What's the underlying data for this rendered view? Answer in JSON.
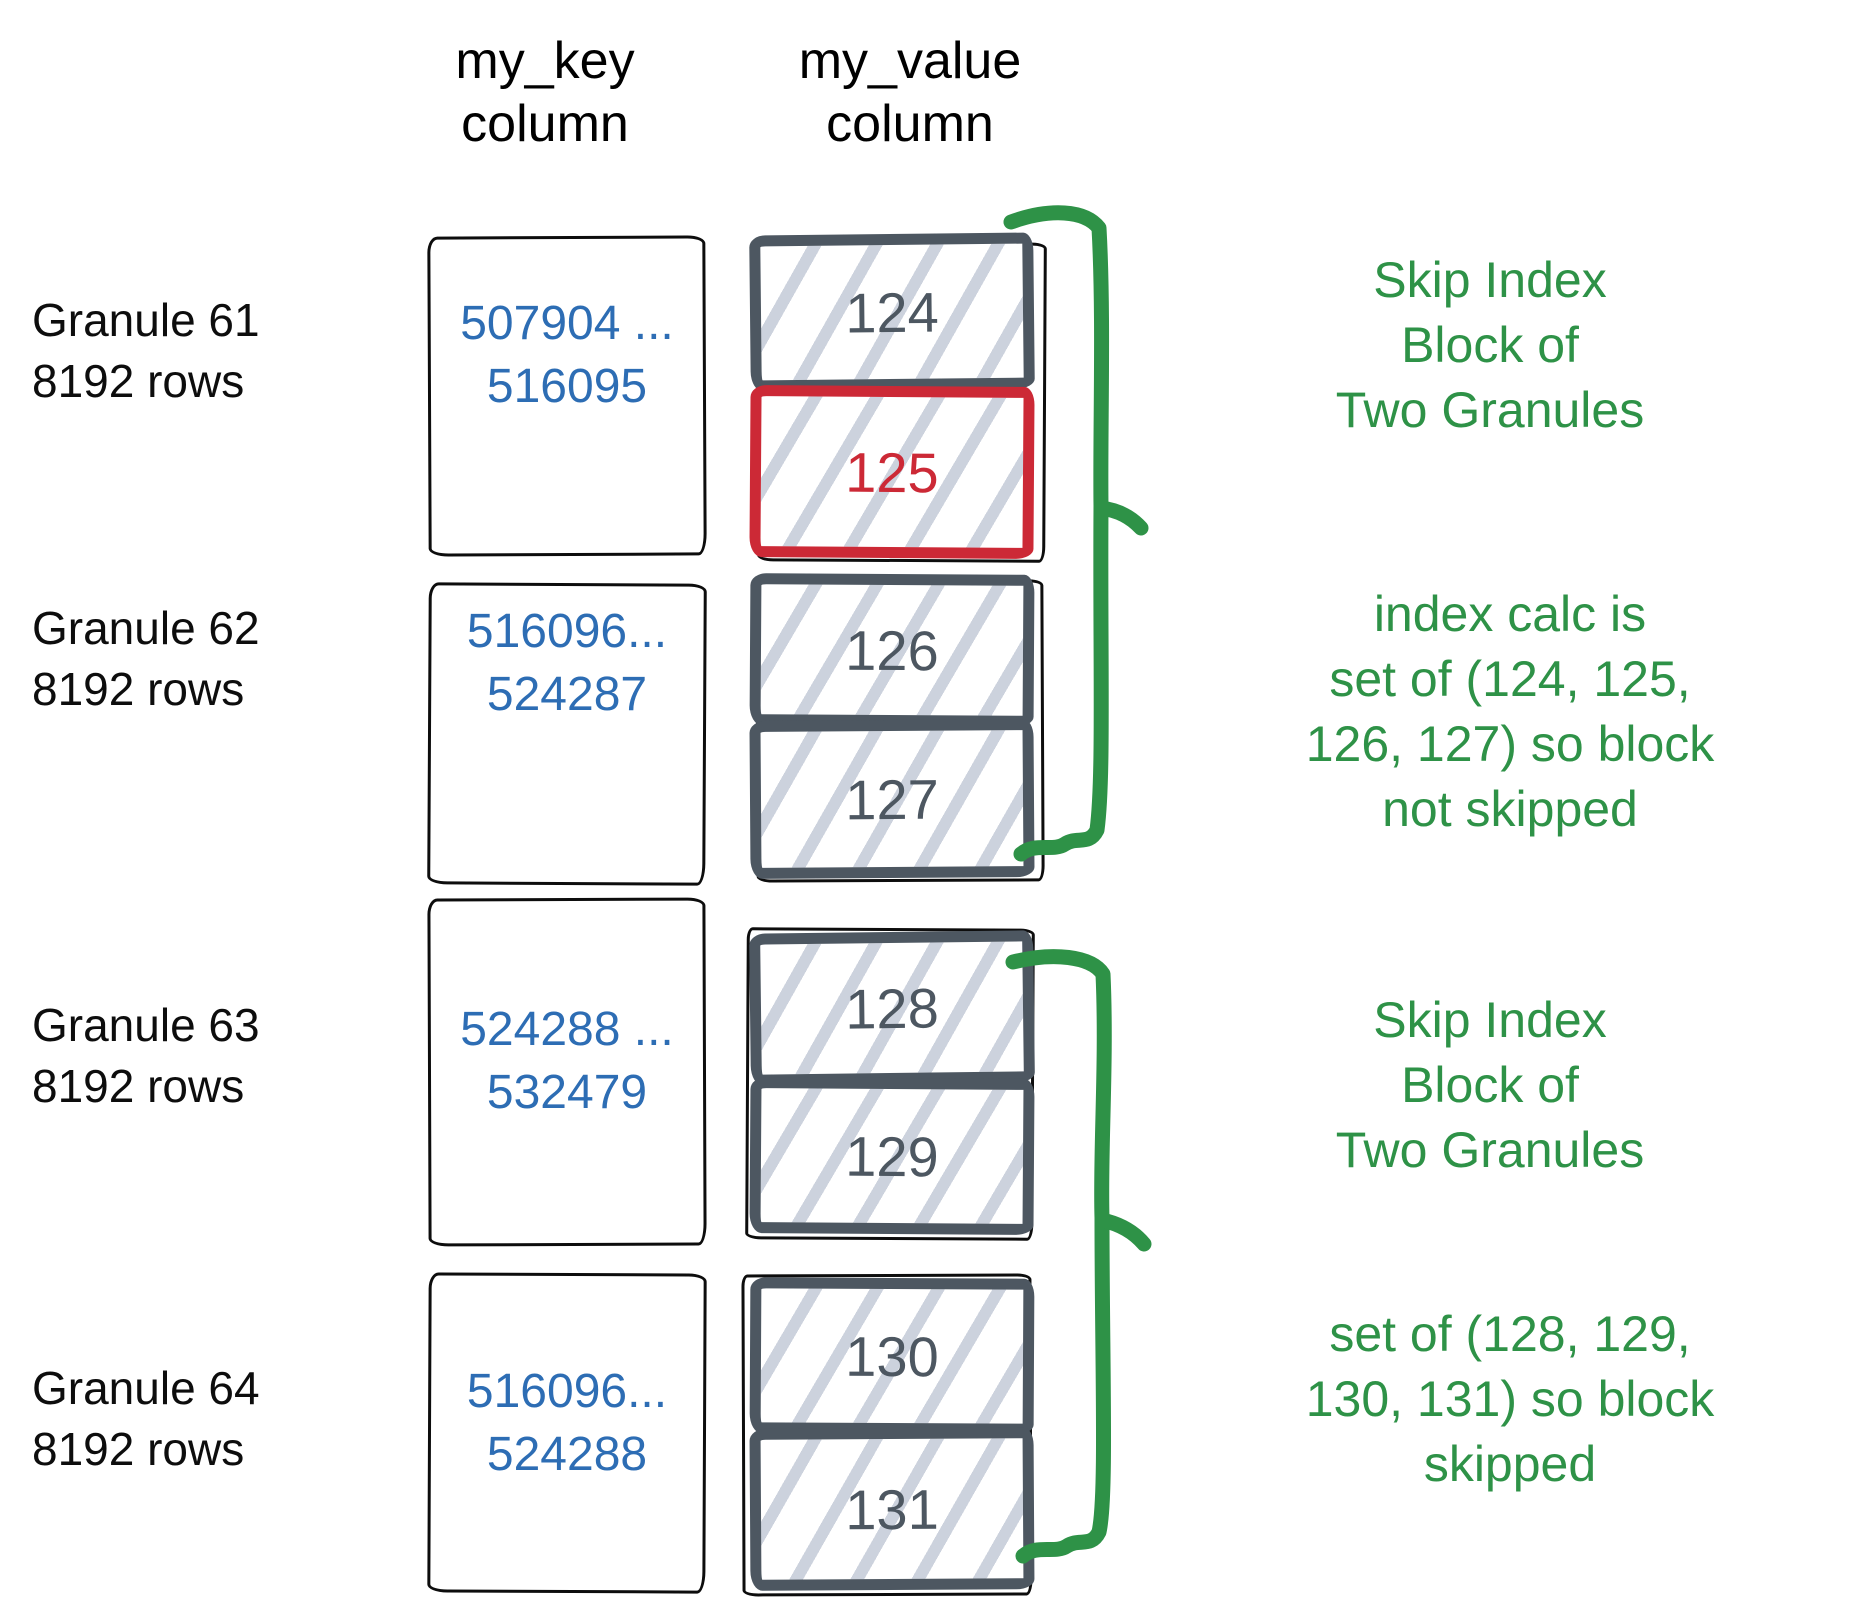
{
  "columns": {
    "key_header": "my_key\ncolumn",
    "value_header": "my_value\ncolumn"
  },
  "granules": [
    {
      "name": "Granule 61",
      "rows": "8192 rows",
      "key_range": "507904 ...\n516095",
      "blocks": [
        {
          "value": "124",
          "highlight": false
        },
        {
          "value": "125",
          "highlight": true
        }
      ]
    },
    {
      "name": "Granule 62",
      "rows": "8192 rows",
      "key_range": "516096...\n524287",
      "blocks": [
        {
          "value": "126",
          "highlight": false
        },
        {
          "value": "127",
          "highlight": false
        }
      ]
    },
    {
      "name": "Granule 63",
      "rows": "8192 rows",
      "key_range": "524288 ...\n532479",
      "blocks": [
        {
          "value": "128",
          "highlight": false
        },
        {
          "value": "129",
          "highlight": false
        }
      ]
    },
    {
      "name": "Granule 64",
      "rows": "8192 rows",
      "key_range": "516096...\n524288",
      "blocks": [
        {
          "value": "130",
          "highlight": false
        },
        {
          "value": "131",
          "highlight": false
        }
      ]
    }
  ],
  "annotations": [
    {
      "text": "Skip Index\nBlock of\nTwo Granules"
    },
    {
      "text": "index calc is\nset of (124, 125,\n126, 127) so block\nnot skipped"
    },
    {
      "text": "Skip Index\nBlock of\nTwo Granules"
    },
    {
      "text": "set of (128, 129,\n130, 131) so block\nskipped"
    }
  ],
  "colors": {
    "key_text_blue": "#2d6db4",
    "block_slate": "#4d5761",
    "highlight_red": "#cc2936",
    "annotation_green": "#2e9247",
    "hatch_gray": "#ccd2dd"
  }
}
